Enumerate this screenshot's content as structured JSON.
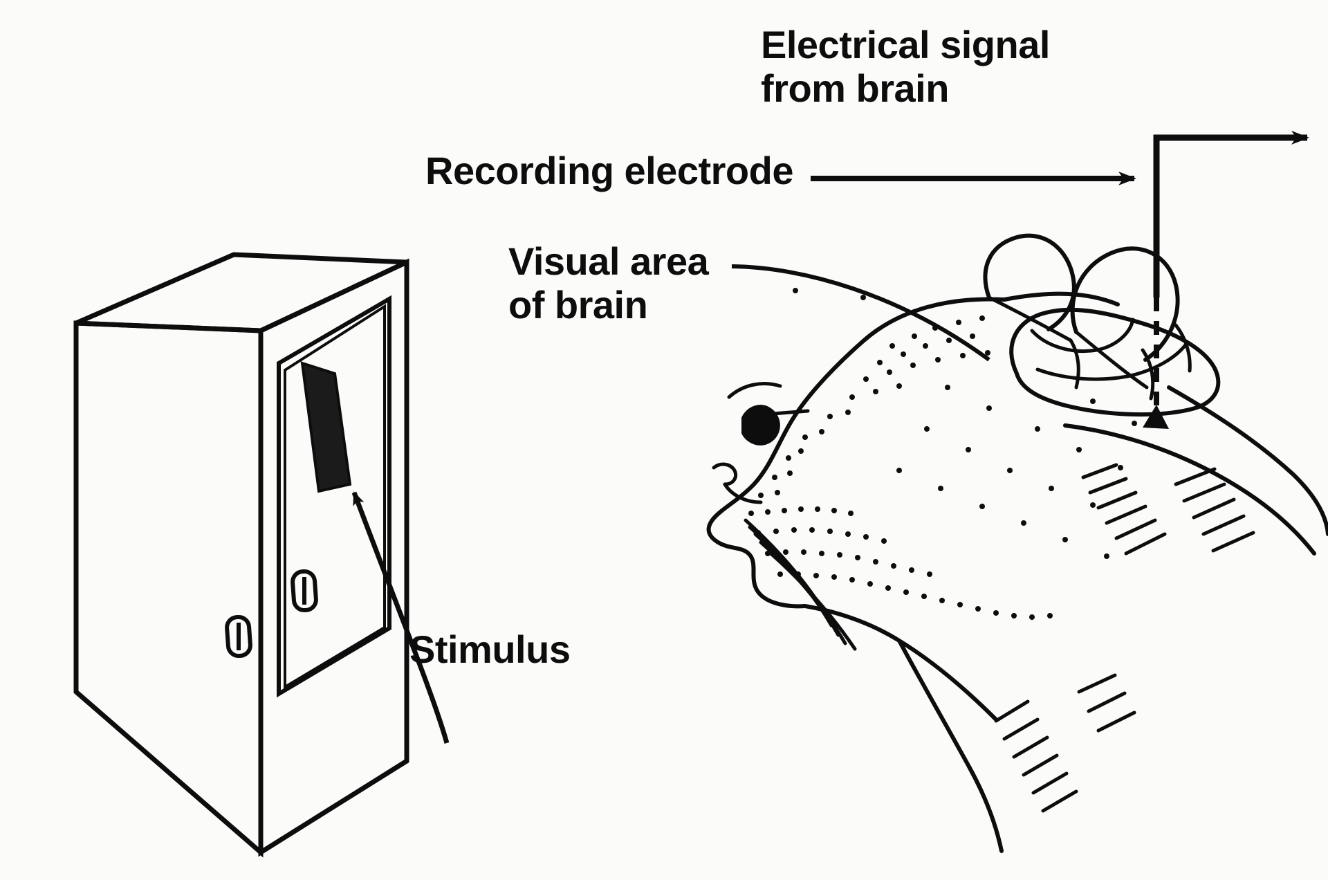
{
  "figure": {
    "kind": "scientific-illustration",
    "subject": "Single-cell recording experiment in cat visual cortex",
    "background_color": "#fbfbfa",
    "ink_color": "#0d0d0d"
  },
  "labels": {
    "electrical_signal": "Electrical signal\nfrom brain",
    "recording_electrode": "Recording electrode",
    "visual_area": "Visual area\nof brain",
    "stimulus": "Stimulus"
  },
  "parts": {
    "monitor": {
      "name": "stimulus-monitor",
      "screen_bar": "dark oriented bar",
      "knob_count": 2
    },
    "cat": {
      "name": "cat-head",
      "features": [
        "ear-near",
        "ear-far",
        "eye",
        "nose",
        "whiskers",
        "stippled-fur",
        "exposed-brain"
      ]
    },
    "electrode": {
      "name": "recording-electrode",
      "shaft": "vertical line",
      "tip": "dashed line into brain",
      "output_arrow": "right-pointing arrow at top"
    }
  },
  "leaders": [
    {
      "name": "leader-recording-electrode",
      "style": "straight-arrow",
      "from": "label",
      "to": "electrode-shaft"
    },
    {
      "name": "leader-visual-area",
      "style": "curved-line",
      "from": "label",
      "to": "brain"
    },
    {
      "name": "leader-stimulus",
      "style": "curved-arrow",
      "from": "label",
      "to": "monitor-screen"
    }
  ]
}
